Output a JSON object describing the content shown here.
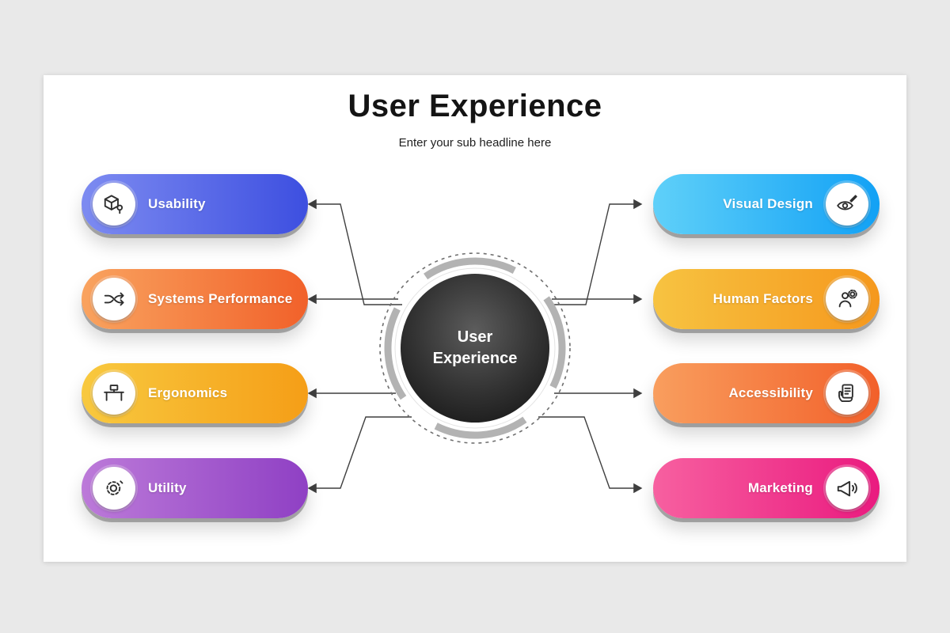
{
  "slide": {
    "title": "User Experience",
    "subtitle": "Enter your sub headline here"
  },
  "center": {
    "label_line1": "User",
    "label_line2": "Experience",
    "circle_color": "#2b2b2b"
  },
  "nodes": {
    "left": [
      {
        "label": "Usability",
        "icon": "cube-touch-icon",
        "colors": [
          "#7D8BF1",
          "#3D4FE0"
        ]
      },
      {
        "label": "Systems Performance",
        "icon": "shuffle-arrows-icon",
        "colors": [
          "#F9A35F",
          "#F1612A"
        ]
      },
      {
        "label": "Ergonomics",
        "icon": "workstation-icon",
        "colors": [
          "#F8C93F",
          "#F59E17"
        ]
      },
      {
        "label": "Utility",
        "icon": "gear-icon",
        "colors": [
          "#BC7AD9",
          "#8F40C4"
        ]
      }
    ],
    "right": [
      {
        "label": "Visual Design",
        "icon": "eye-pencil-icon",
        "colors": [
          "#5FD0F9",
          "#12A1F5"
        ]
      },
      {
        "label": "Human Factors",
        "icon": "person-gear-icon",
        "colors": [
          "#F7C341",
          "#F5981D"
        ]
      },
      {
        "label": "Accessibility",
        "icon": "hand-device-icon",
        "colors": [
          "#F99E5E",
          "#F2602A"
        ]
      },
      {
        "label": "Marketing",
        "icon": "megaphone-icon",
        "colors": [
          "#F760A0",
          "#EA1A7F"
        ]
      }
    ]
  }
}
